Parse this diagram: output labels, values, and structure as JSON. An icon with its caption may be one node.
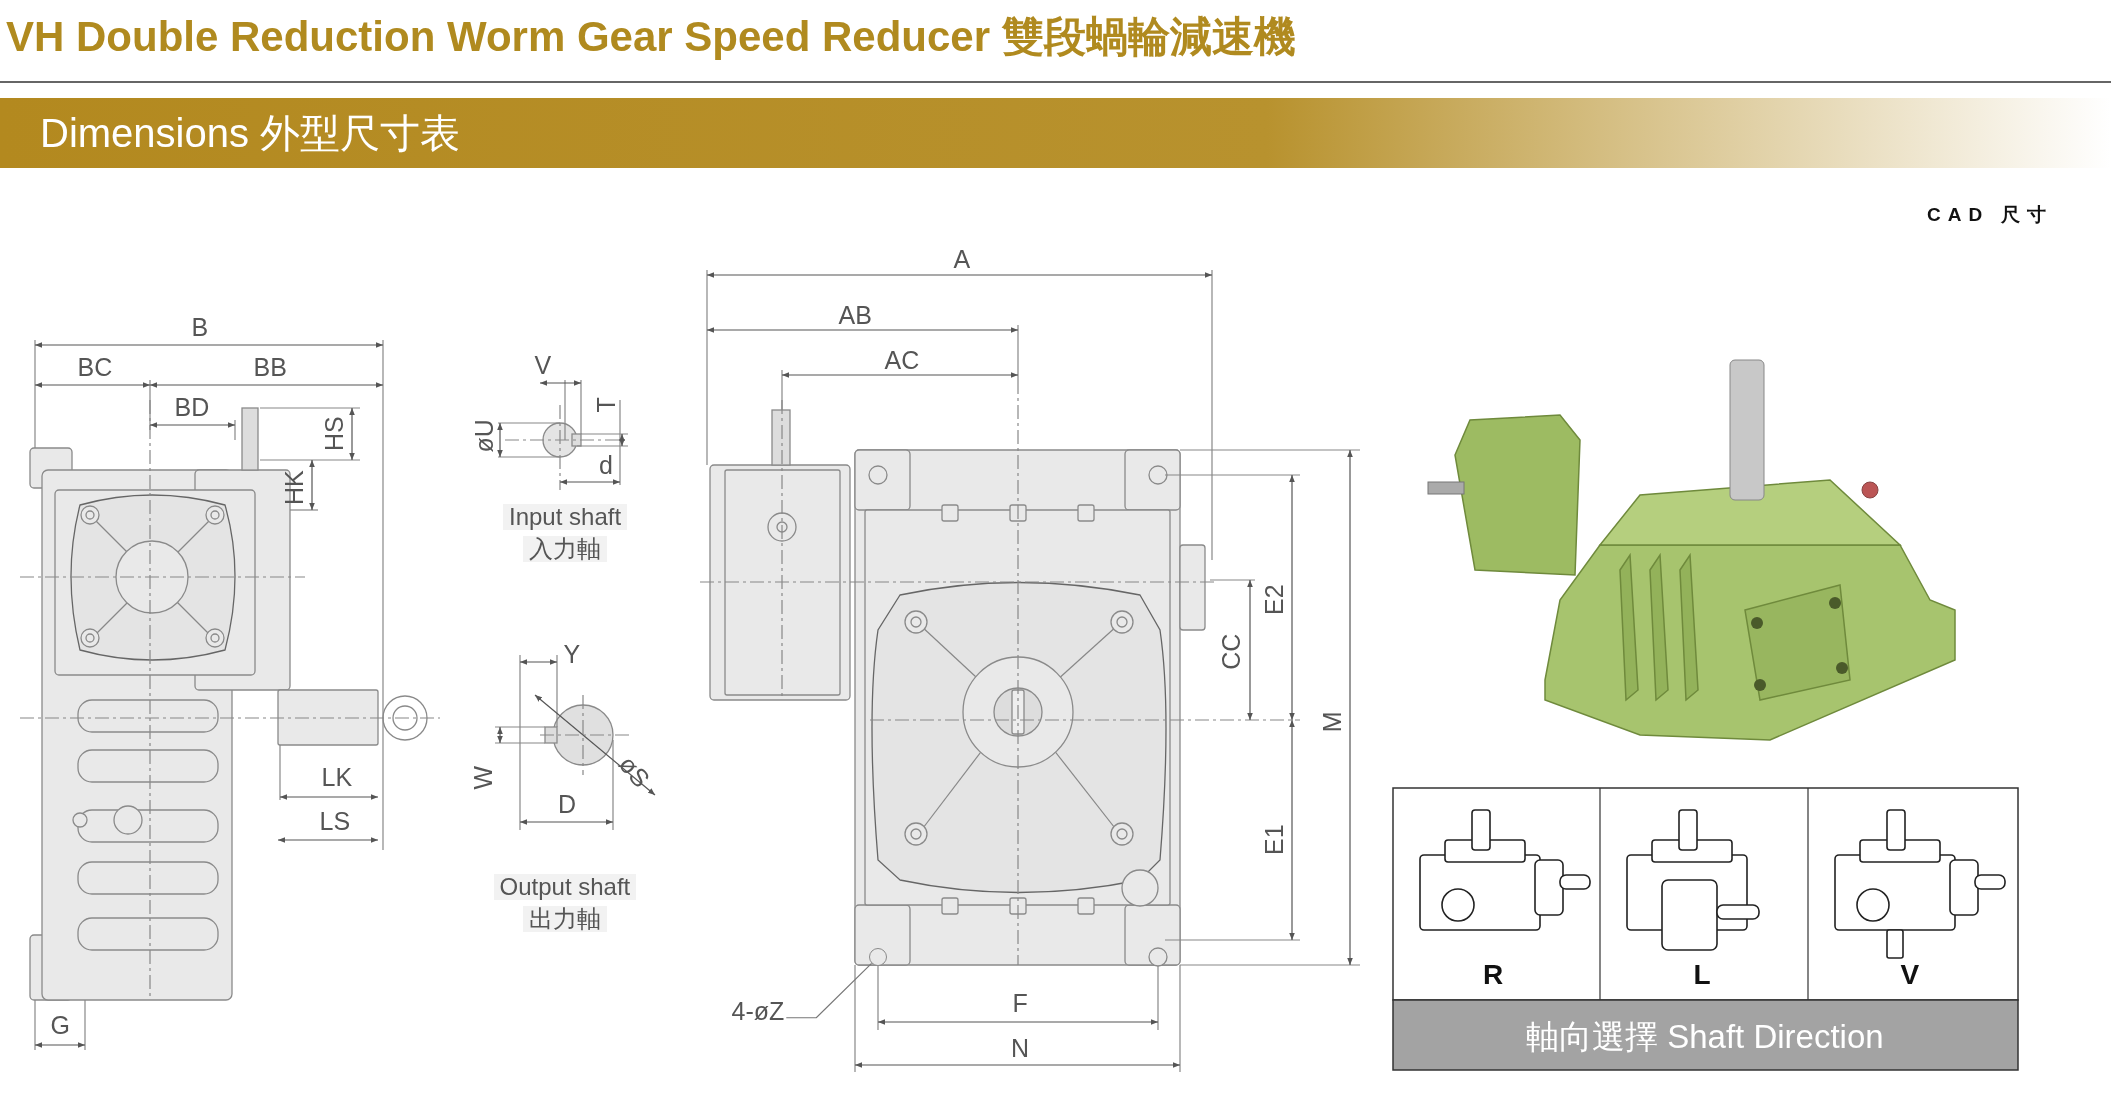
{
  "diagram": {
    "title": "VH Double Reduction Worm Gear Speed Reducer 雙段蝸輪減速機",
    "nodes": [
      {
        "text": [
          "4-øZ"
        ]
      },
      {
        "text": [],
        "shape": "circle"
      }
    ],
    "edges": [
      {
        "from": 0,
        "to": 1,
        "arrow": "none"
      }
    ],
    "labels": [
      "Dimensions 外型尺寸表",
      "B",
      "BC",
      "BB",
      "BD",
      "HS",
      "HK",
      "LK",
      "LS",
      "G",
      "V",
      "T",
      "øU",
      "d",
      "Input shaft",
      "入力軸",
      "Y",
      "W",
      "øS",
      "D",
      "Output shaft",
      "出力軸",
      "A",
      "AB",
      "AC",
      "E2",
      "CC",
      "M",
      "E1",
      "F",
      "N",
      "CAD 尺寸",
      "R",
      "L",
      "V",
      "軸向選擇 Shaft Direction"
    ]
  }
}
